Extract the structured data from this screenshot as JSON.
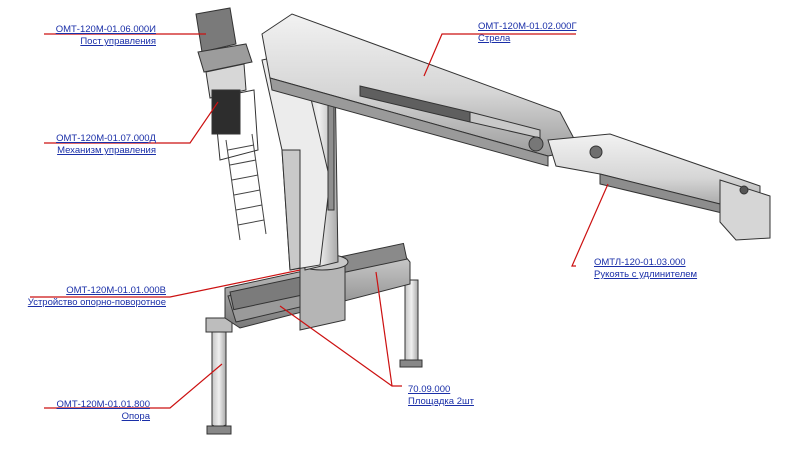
{
  "colors": {
    "link": "#1a2fa8",
    "leader": "#cc1111",
    "metal_light": "#e4e4e4",
    "metal_mid": "#b9b9b9",
    "metal_dark": "#6f6f6f",
    "outline": "#333333"
  },
  "callouts": [
    {
      "id": "control-post",
      "code": "ОМТ-120М-01.06.000И",
      "name": "Пост управления"
    },
    {
      "id": "control-mechanism",
      "code": "ОМТ-120М-01.07.000Д",
      "name": "Механизм управления"
    },
    {
      "id": "slewing-device",
      "code": "ОМТ-120М-01.01.000В",
      "name": "Устройство опорно-поворотное"
    },
    {
      "id": "outrigger",
      "code": "ОМТ-120М-01.01.800",
      "name": "Опора"
    },
    {
      "id": "boom",
      "code": "ОМТ-120М-01.02.000Г",
      "name": "Стрела"
    },
    {
      "id": "jib-extension",
      "code": "ОМТЛ-120-01.03.000",
      "name": "Рукоять с удлинителем"
    },
    {
      "id": "platform",
      "code": "70.09.000",
      "name": "Площадка 2шт"
    }
  ]
}
